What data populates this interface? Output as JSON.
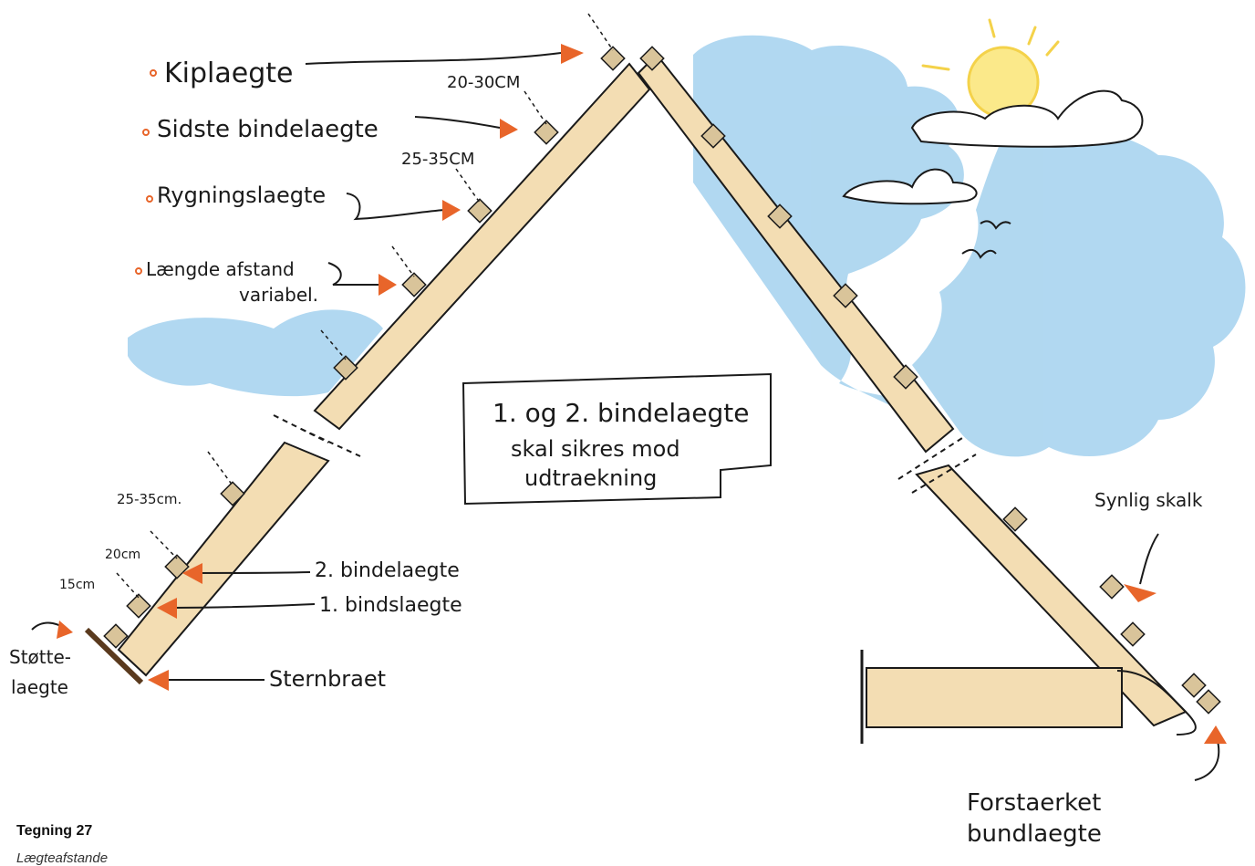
{
  "labels": {
    "kiplaegte": "Kiplaegte",
    "sidste_bindelaegte": "Sidste bindelaegte",
    "rygningslaegte": "Rygningslaegte",
    "laengde_line1": "Længde afstand",
    "laengde_line2": "variabel.",
    "bindelaegte_2": "2. bindelaegte",
    "bindslaegte_1": "1. bindslaegte",
    "sternbraet": "Sternbraet",
    "stottelaegte_line1": "Støtte-",
    "stottelaegte_line2": "laegte",
    "synlig_skalk": "Synlig skalk",
    "forstaerket_line1": "Forstaerket",
    "forstaerket_line2": "bundlaegte"
  },
  "measurements": {
    "m_20_30": "20-30CM",
    "m_25_35_top": "25-35CM",
    "m_25_35_low": "25-35cm.",
    "m_20": "20cm",
    "m_15": "15cm"
  },
  "note": {
    "line1": "1. og 2. bindelaegte",
    "line2": "skal sikres mod",
    "line3": "udtraekning"
  },
  "caption": {
    "title": "Tegning 27",
    "subtitle": "Lægteafstande"
  },
  "colors": {
    "wood": "#f3ddb3",
    "wood_stroke": "#1a1a1a",
    "sky": "#a9d4ef",
    "sun": "#fbe98a",
    "sun_rays": "#f4d24a",
    "arrow": "#e8652a"
  }
}
